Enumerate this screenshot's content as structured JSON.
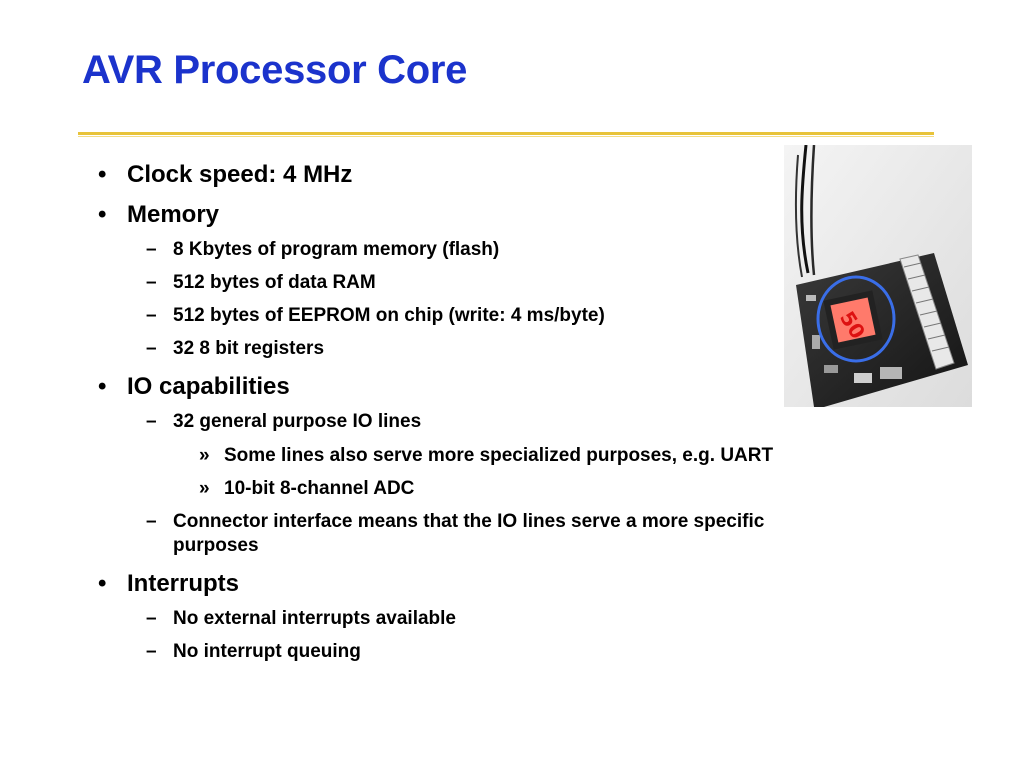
{
  "slide": {
    "title": "AVR Processor Core",
    "bullets": {
      "b1": {
        "marker": "•",
        "text": "Clock speed: 4 MHz"
      },
      "b2": {
        "marker": "•",
        "text": "Memory"
      },
      "b2_1": {
        "marker": "–",
        "text": "8 Kbytes of program memory (flash)"
      },
      "b2_2": {
        "marker": "–",
        "text": "512 bytes of data RAM"
      },
      "b2_3": {
        "marker": "–",
        "text": "512 bytes of EEPROM on chip (write: 4 ms/byte)"
      },
      "b2_4": {
        "marker": "–",
        "text": "32 8 bit registers"
      },
      "b3": {
        "marker": "•",
        "text": "IO capabilities"
      },
      "b3_1": {
        "marker": "–",
        "text": "32 general purpose IO lines"
      },
      "b3_1_1": {
        "marker": "»",
        "text": "Some lines also serve more specialized purposes, e.g. UART"
      },
      "b3_1_2": {
        "marker": "»",
        "text": "10-bit 8-channel ADC"
      },
      "b3_2": {
        "marker": "–",
        "text": "Connector interface means that the IO lines serve a more specific",
        "text_cont": "purposes"
      },
      "b4": {
        "marker": "•",
        "text": "Interrupts"
      },
      "b4_1": {
        "marker": "–",
        "text": "No external interrupts available"
      },
      "b4_2": {
        "marker": "–",
        "text": "No interrupt queuing"
      }
    },
    "photo": {
      "chip_label": "50",
      "colors": {
        "title": "#1b33cc",
        "rule": "#e8c33a",
        "circle": "#3a6ee8",
        "chip_label": "#e83a3a"
      }
    }
  }
}
